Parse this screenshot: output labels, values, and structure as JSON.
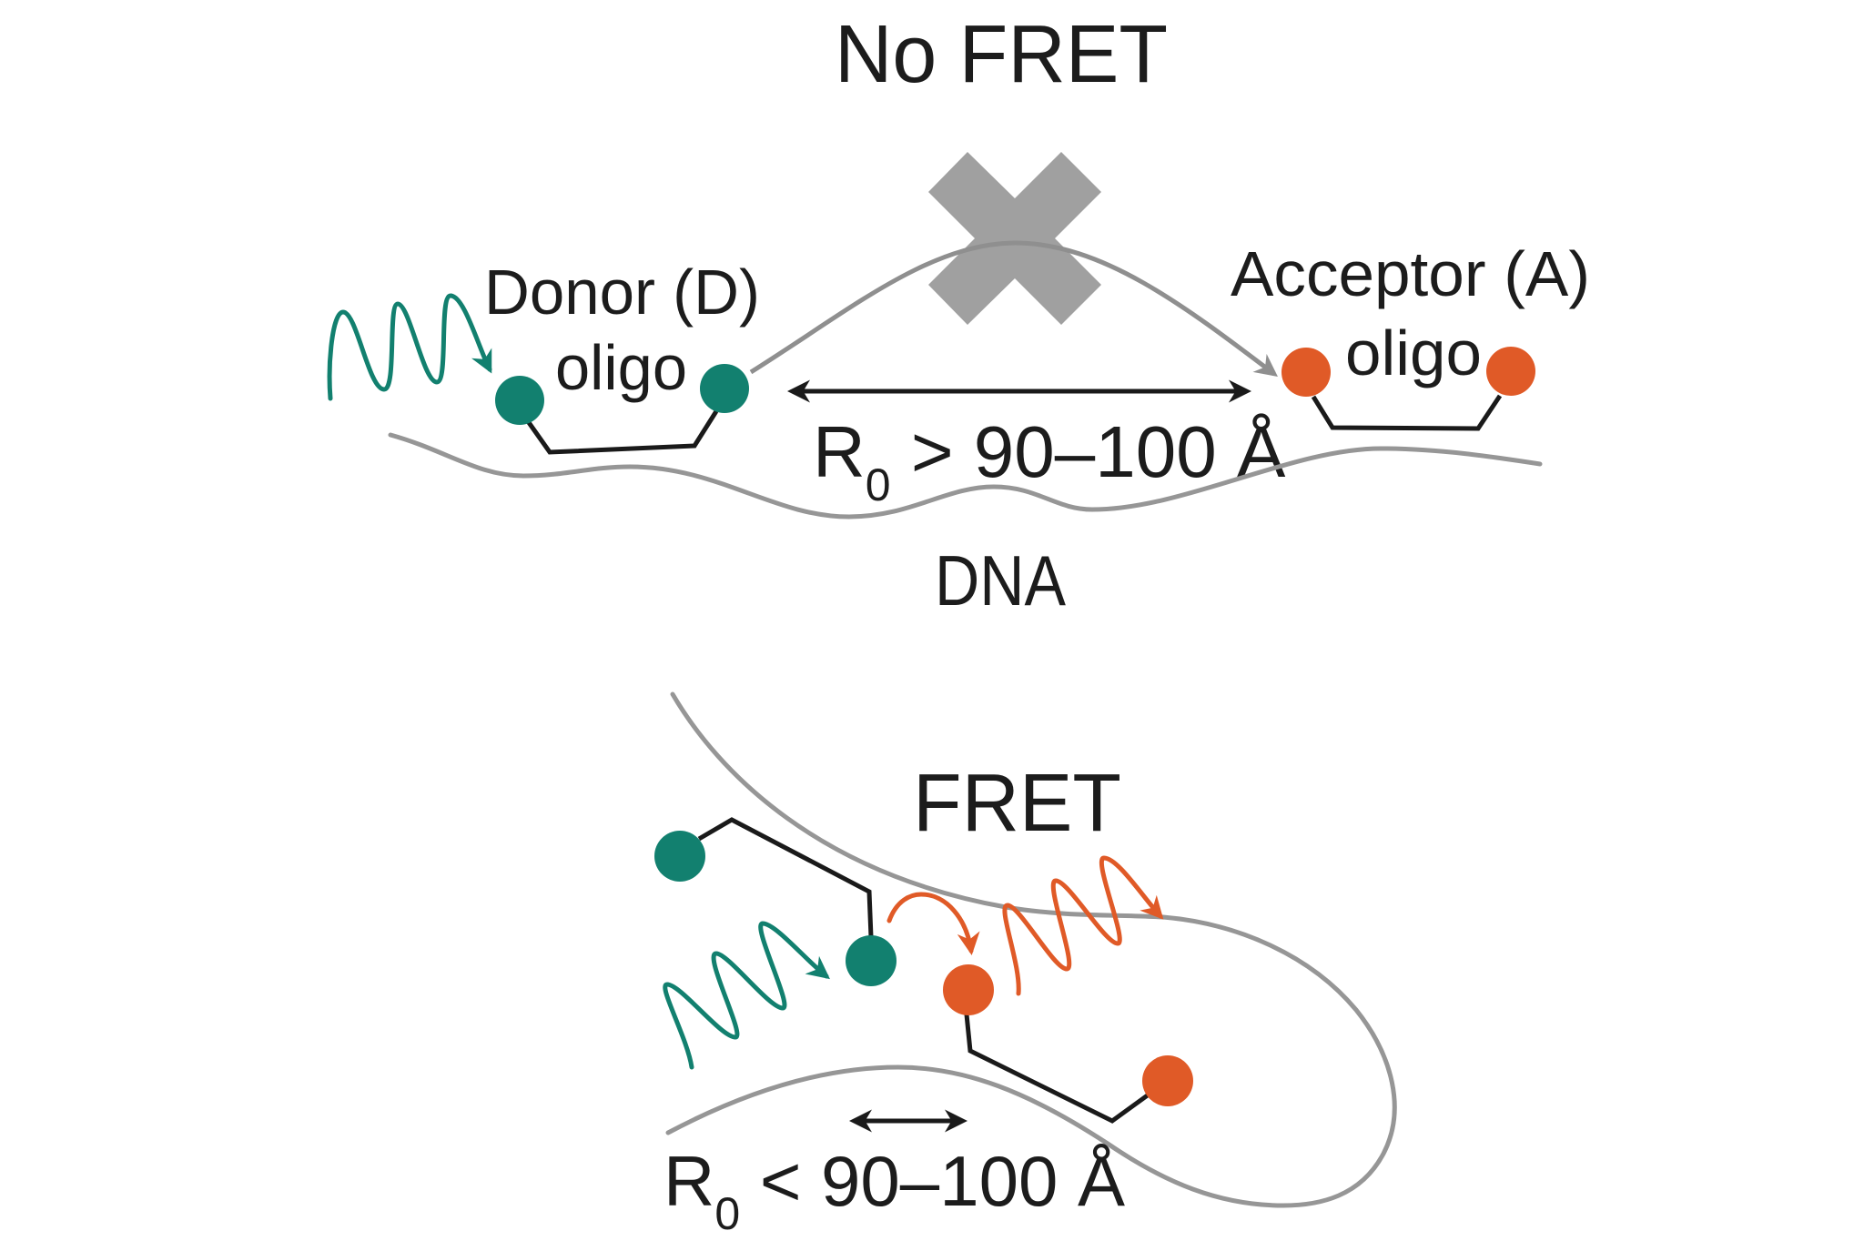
{
  "figure": {
    "colors": {
      "donor": "#12806f",
      "acceptor": "#e05a27",
      "dna": "#969696",
      "no_transfer_mark": "#a0a0a0",
      "linker": "#1a1a1a",
      "text": "#1c1c1c"
    },
    "no_fret_panel": {
      "title": "No FRET",
      "donor_label_line1": "Donor (D)",
      "donor_label_line2": "oligo",
      "acceptor_label_line1": "Acceptor (A)",
      "acceptor_label_line2": "oligo",
      "distance_label_main": "R",
      "distance_label_sub": "0",
      "distance_label_rest": " > 90–100 Å",
      "dna_label": "DNA",
      "blocked_transfer_icon": "x-mark-icon"
    },
    "fret_panel": {
      "title": "FRET",
      "distance_label_main": "R",
      "distance_label_sub": "0",
      "distance_label_rest": " < 90–100 Å"
    }
  }
}
